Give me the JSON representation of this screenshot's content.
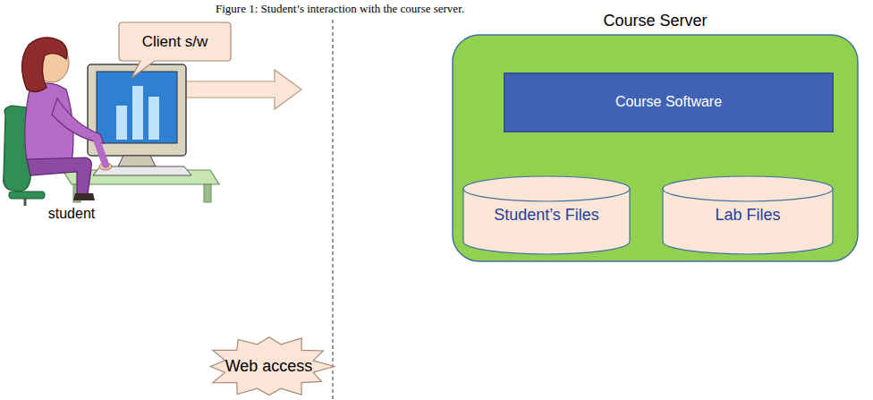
{
  "diagram": {
    "title": "Figure 1: Student’s interaction with the course server.",
    "nodes": [
      {
        "text": [
          "Client s/w"
        ]
      },
      {
        "text": [
          "Course Server"
        ]
      },
      {
        "text": [
          "Course Software"
        ],
        "in": 1
      },
      {
        "text": [
          "Student’s Files"
        ],
        "in": 1
      },
      {
        "text": [
          "Lab Files"
        ],
        "in": 1
      },
      {
        "text": [
          "Web access"
        ]
      }
    ],
    "labels": [
      "student"
    ]
  }
}
